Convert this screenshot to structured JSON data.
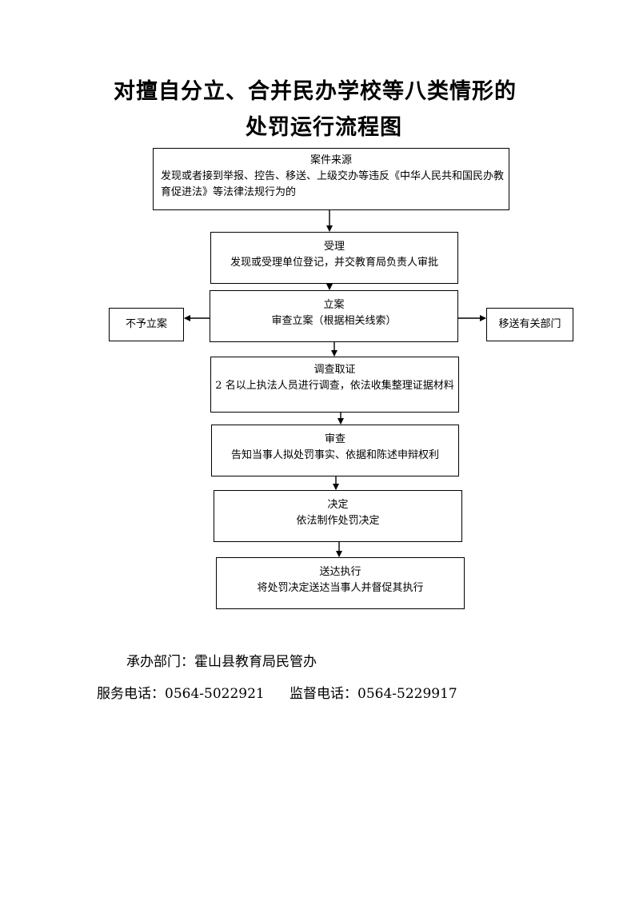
{
  "title": {
    "line1": "对擅自分立、合并民办学校等八类情形的",
    "line2": "处罚运行流程图"
  },
  "flow": {
    "source": {
      "head": "案件来源",
      "body": "发现或者接到举报、控告、移送、上级交办等违反《中华人民共和国民办教育促进法》等法律法规行为的"
    },
    "accept": {
      "head": "受理",
      "body": "发现或受理单位登记，并交教育局负责人审批"
    },
    "register": {
      "head": "立案",
      "body": "审查立案（根据相关线索）"
    },
    "no_case": "不予立案",
    "transfer": "移送有关部门",
    "investigate": {
      "head": "调查取证",
      "body": "2 名以上执法人员进行调查，依法收集整理证据材料"
    },
    "review": {
      "head": "审查",
      "body": "告知当事人拟处罚事实、依据和陈述申辩权利"
    },
    "decide": {
      "head": "决定",
      "body": "依法制作处罚决定"
    },
    "deliver": {
      "head": "送达执行",
      "body": "将处罚决定送达当事人并督促其执行"
    }
  },
  "footer": {
    "department": "承办部门：霍山县教育局民管办",
    "service_phone": "服务电话：0564-5022921",
    "supervision_phone": "监督电话：0564-5229917"
  }
}
